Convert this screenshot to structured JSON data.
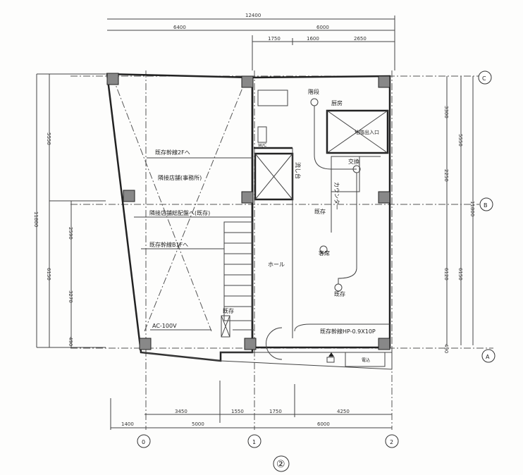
{
  "title": "Floor plan",
  "dimensions": {
    "top": {
      "total": "12400",
      "left_span": "6400",
      "right_span": "6000",
      "sub": [
        "1750",
        "1600",
        "2650"
      ]
    },
    "left": {
      "total": "11800",
      "upper": "5550",
      "lower": "6150",
      "sub": [
        "2590",
        "3270",
        "490"
      ]
    },
    "right": {
      "total": "11800",
      "upper": "5550",
      "lower": "6150",
      "sub": [
        "3300",
        "2250",
        "6120",
        "490"
      ]
    },
    "bottom": {
      "sub": [
        "3450",
        "1550",
        "1750",
        "4250"
      ],
      "main": [
        "1400",
        "5000",
        "6000"
      ]
    }
  },
  "axes": {
    "x": [
      "0",
      "1",
      "2"
    ],
    "y": [
      "A",
      "B",
      "C"
    ]
  },
  "labels": {
    "trunk_2f": "既存幹線2Fへ",
    "neighbor_shop": "隣接店舗(事務所)",
    "neighbor_panel": "隣接店舗総配盤へ(既存)",
    "trunk_b1f": "既存幹線B1Fへ",
    "ac100v": "AC-100V",
    "trunk_hp": "既存幹線HP-0.9X10P",
    "stairs": "階段",
    "kitchen": "厨房",
    "basement_entrance": "地階出入口",
    "wc": "W/C",
    "sink": "流し台",
    "exchange": "交換",
    "counter": "カウンター",
    "existing1": "既存",
    "existing2": "既存",
    "existing3": "既存",
    "seats": "客席",
    "hall": "ホール",
    "entrance": "電込",
    "sheet_no": "②"
  }
}
